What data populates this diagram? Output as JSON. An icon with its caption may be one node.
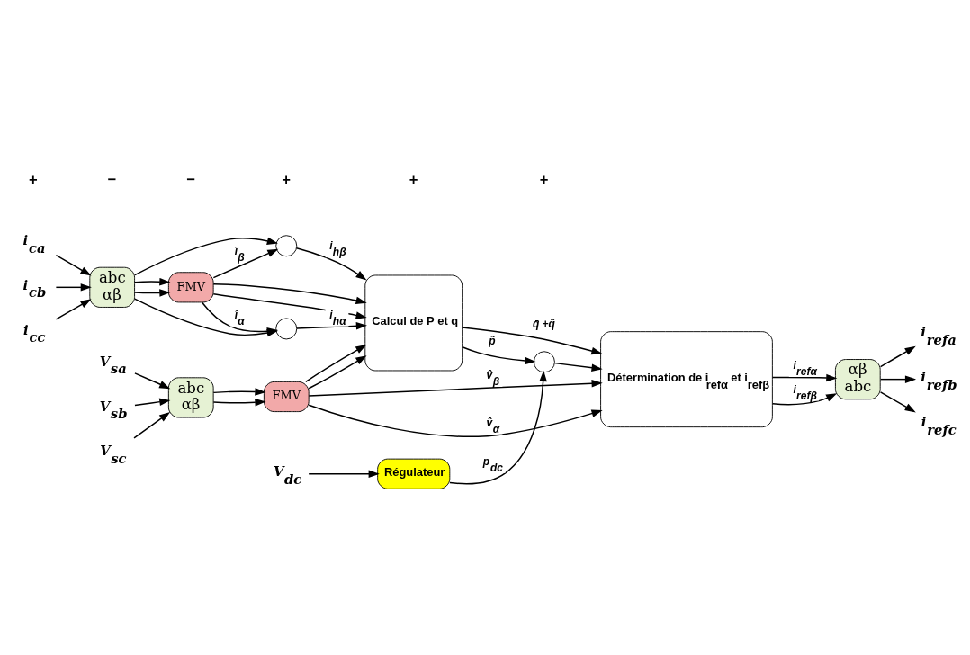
{
  "diagram": {
    "nodes": [
      {
        "text": [
          "i$_{ca}$"
        ]
      },
      {
        "text": [
          "i$_{cb}$"
        ]
      },
      {
        "text": [
          "i$_{cc}$"
        ]
      },
      {
        "text": [
          "abc",
          "αβ"
        ]
      },
      {
        "text": [
          "FMV"
        ]
      },
      {
        "text": [],
        "shape": "circle"
      },
      {
        "text": [],
        "shape": "circle"
      },
      {
        "text": [
          "Calcul de P et q"
        ]
      },
      {
        "text": [
          "Régulateur"
        ]
      },
      {
        "text": [
          "V$_{dc}$"
        ]
      },
      {
        "text": [],
        "shape": "circle"
      },
      {
        "text": [
          "Détermination de i$_{refα}$ et i$_{refβ}$"
        ]
      },
      {
        "text": [
          "αβ",
          "abc"
        ]
      },
      {
        "text": [
          "i$_{refa}$"
        ]
      },
      {
        "text": [
          "i$_{refb}$"
        ]
      },
      {
        "text": [
          "i$_{refc}$"
        ]
      },
      {
        "text": [
          "V$_{sa}$"
        ]
      },
      {
        "text": [
          "V$_{sb}$"
        ]
      },
      {
        "text": [
          "V$_{sc}$"
        ]
      },
      {
        "text": [
          "abc",
          "αβ"
        ]
      },
      {
        "text": [
          "FMV"
        ]
      }
    ],
    "edges": [
      {
        "from": 0,
        "to": 3,
        "arrow": "to"
      },
      {
        "from": 1,
        "to": 3,
        "arrow": "to"
      },
      {
        "from": 2,
        "to": 3,
        "arrow": "to"
      },
      {
        "from": 3,
        "to": 4,
        "arrow": "to"
      },
      {
        "from": 3,
        "to": 4,
        "arrow": "to"
      },
      {
        "from": 3,
        "to": 5,
        "arrow": "to"
      },
      {
        "from": 3,
        "to": 6,
        "arrow": "to"
      },
      {
        "from": 4,
        "to": 5,
        "label": "î$_{α}$",
        "arrow": "to"
      },
      {
        "from": 4,
        "to": 6,
        "label": "î$_{β}$",
        "arrow": "to"
      },
      {
        "from": 5,
        "to": 7,
        "label": "i$_{hα}$",
        "arrow": "to"
      },
      {
        "from": 6,
        "to": 7,
        "label": "i$_{hβ}$",
        "arrow": "to"
      },
      {
        "from": 4,
        "to": 7,
        "arrow": "to"
      },
      {
        "from": 4,
        "to": 7,
        "arrow": "to"
      },
      {
        "from": 20,
        "to": 7,
        "arrow": "to"
      },
      {
        "from": 20,
        "to": 7,
        "arrow": "to"
      },
      {
        "from": 9,
        "to": 8,
        "arrow": "to"
      },
      {
        "from": 8,
        "to": 10,
        "label": "p$_{dc}$",
        "arrow": "to"
      },
      {
        "from": 7,
        "to": 10,
        "label": "p̃",
        "arrow": "to"
      },
      {
        "from": 10,
        "to": 11,
        "arrow": "to"
      },
      {
        "from": 7,
        "to": 11,
        "label": "q̄ +q̃",
        "arrow": "to"
      },
      {
        "from": 20,
        "to": 11,
        "label": "v̂$_{α}$",
        "arrow": "to"
      },
      {
        "from": 20,
        "to": 11,
        "label": "v̂$_{β}$",
        "arrow": "to"
      },
      {
        "from": 11,
        "to": 12,
        "label": "i$_{refα}$",
        "arrow": "to"
      },
      {
        "from": 11,
        "to": 12,
        "label": "i$_{refβ}$",
        "arrow": "to"
      },
      {
        "from": 12,
        "to": 13,
        "arrow": "to"
      },
      {
        "from": 12,
        "to": 14,
        "arrow": "to"
      },
      {
        "from": 12,
        "to": 15,
        "arrow": "to"
      },
      {
        "from": 16,
        "to": 19,
        "arrow": "to"
      },
      {
        "from": 17,
        "to": 19,
        "arrow": "to"
      },
      {
        "from": 18,
        "to": 19,
        "arrow": "to"
      },
      {
        "from": 19,
        "to": 20,
        "arrow": "to"
      },
      {
        "from": 19,
        "to": 20,
        "arrow": "to"
      }
    ],
    "labels": [
      "+",
      "−",
      "−",
      "+",
      "+",
      "+"
    ]
  }
}
